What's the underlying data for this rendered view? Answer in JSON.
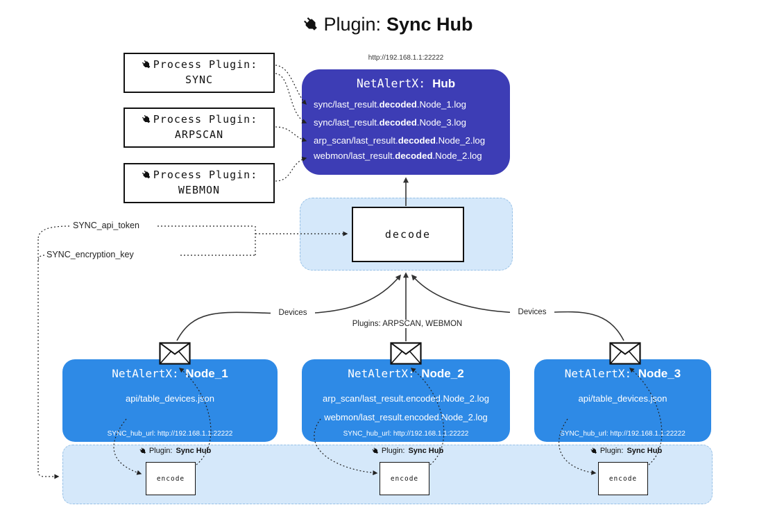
{
  "title": {
    "label": "Plugin:",
    "name": "Sync Hub"
  },
  "hub": {
    "url": "http://192.168.1.1:22222",
    "title_prefix": "NetAlertX:",
    "title_name": "Hub",
    "logs": [
      {
        "pre": "sync/last_result.",
        "mid": "decoded",
        "post": ".Node_1.log"
      },
      {
        "pre": "sync/last_result.",
        "mid": "decoded",
        "post": ".Node_3.log"
      },
      {
        "pre": "arp_scan/last_result.",
        "mid": "decoded",
        "post": ".Node_2.log"
      },
      {
        "pre": "webmon/last_result.",
        "mid": "decoded",
        "post": ".Node_2.log"
      }
    ]
  },
  "process_plugins": [
    {
      "label": "Process Plugin:",
      "name": "SYNC"
    },
    {
      "label": "Process Plugin:",
      "name": "ARPSCAN"
    },
    {
      "label": "Process Plugin:",
      "name": "WEBMON"
    }
  ],
  "decode_label": "decode",
  "settings": {
    "api_token": "SYNC_api_token",
    "encryption_key": "SYNC_encryption_key"
  },
  "edge_labels": {
    "left": "Devices",
    "center": "Plugins: ARPSCAN, WEBMON",
    "right": "Devices"
  },
  "nodes": [
    {
      "title_prefix": "NetAlertX:",
      "title_name": "Node_1",
      "lines": [
        "api/table_devices.json"
      ],
      "hub_url": "SYNC_hub_url: http://192.168.1.1:22222"
    },
    {
      "title_prefix": "NetAlertX:",
      "title_name": "Node_2",
      "lines": [
        "arp_scan/last_result.encoded.Node_2.log",
        "webmon/last_result.encoded.Node_2.log"
      ],
      "hub_url": "SYNC_hub_url: http://192.168.1.1:22222"
    },
    {
      "title_prefix": "NetAlertX:",
      "title_name": "Node_3",
      "lines": [
        "api/table_devices.json"
      ],
      "hub_url": "SYNC_hub_url: http://192.168.1.1:22222"
    }
  ],
  "encoders": {
    "plugin_label": "Plugin:",
    "plugin_name": "Sync Hub",
    "box_label": "encode"
  },
  "colors": {
    "hub": "#3d3db5",
    "node": "#2e8ae6",
    "panel": "#d5e8fa"
  }
}
